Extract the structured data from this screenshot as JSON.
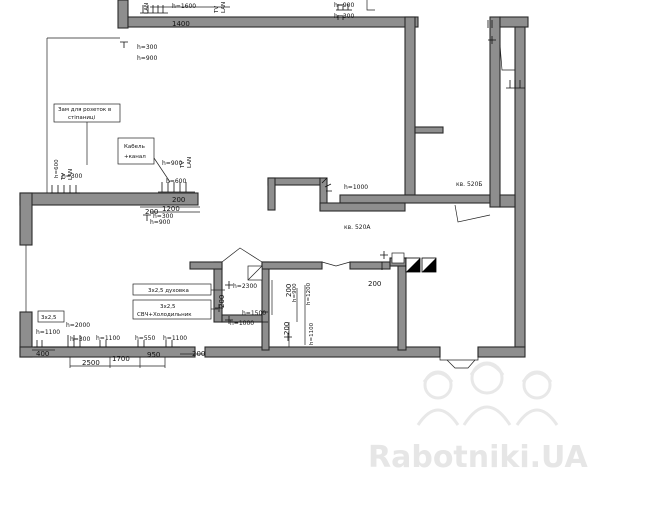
{
  "heights": {
    "h1600": "h=1600",
    "h900_top": "h=900",
    "h300_top": "h=300",
    "h300_a": "h=300",
    "h900_a": "h=900",
    "h600_l": "h=600",
    "h300_l": "h=300",
    "h900_tv": "h=900",
    "h600_tv": "h=600",
    "h300_mid": "h=300",
    "h900_mid": "h=900",
    "h1000_r": "h=1000",
    "h2300": "h=2300",
    "h1500": "h=1500",
    "h1000_c": "h=1000",
    "h1100_l": "h=1100",
    "h2000": "h=2000",
    "h300_b": "h=300",
    "h1100_b": "h=1100",
    "h550": "h=550",
    "h1100_c": "h=1100",
    "h900_v": "h=900",
    "h1200_v": "h=1200",
    "h1100_v": "h=1100"
  },
  "plugs": {
    "tv_top": "TV",
    "lan_top": "LAN",
    "tv_left": "TV",
    "lan_left": "LAN",
    "tv_mid": "TV",
    "lan_mid": "LAN",
    "lan_tiny": "LAN"
  },
  "dimensions": {
    "d1400": "1400",
    "d200_a": "200",
    "d1200": "1200",
    "d200_b": "200",
    "d200_c": "200",
    "d200_v1": "200",
    "d200_v2": "200",
    "d200_v3": "200",
    "d400": "400",
    "d2500": "2500",
    "d1700": "1700",
    "d950": "950",
    "d200_d": "200"
  },
  "rooms": {
    "r520a": "кв. 520А",
    "r520b": "кв. 520Б"
  },
  "notes": {
    "switch_note": [
      "Зам для розеток в",
      "стіпаниці"
    ],
    "cable_note": [
      "Кабель",
      "+канал"
    ],
    "duct_note": "3х2,5 духовка",
    "stove_note": [
      "3х2,5",
      "СВЧ+Холодильник"
    ],
    "left_note": "3х2,5"
  },
  "watermark": "Rabotniki.UA",
  "colors": {
    "wall": "#8e8e8e",
    "watermark": "#e6e6e6"
  }
}
